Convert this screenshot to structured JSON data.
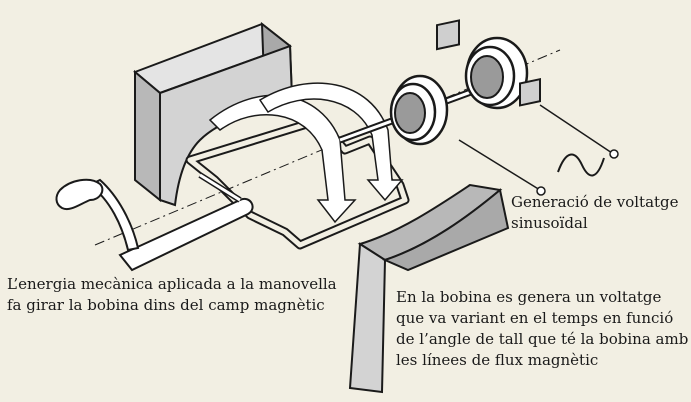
{
  "labels": {
    "output": [
      "Generació de voltatge",
      "sinusoïdal"
    ],
    "crank": [
      "L’energia mecànica aplicada a la manovella",
      "fa girar la bobina dins del camp magnètic"
    ],
    "coil": [
      "En la bobina es genera un voltatge",
      "que va variant en el temps en funció",
      "de l’angle de tall que té la bobina amb",
      "les línees de flux magnètic"
    ]
  },
  "colors": {
    "background": "#f2efe3",
    "magnet": "#d3d3d3",
    "magnet_shadow": "#a9a9a9",
    "outline": "#1a1a1a",
    "arrow_fill": "#ffffff",
    "ring_inner": "#9a9a9a"
  }
}
